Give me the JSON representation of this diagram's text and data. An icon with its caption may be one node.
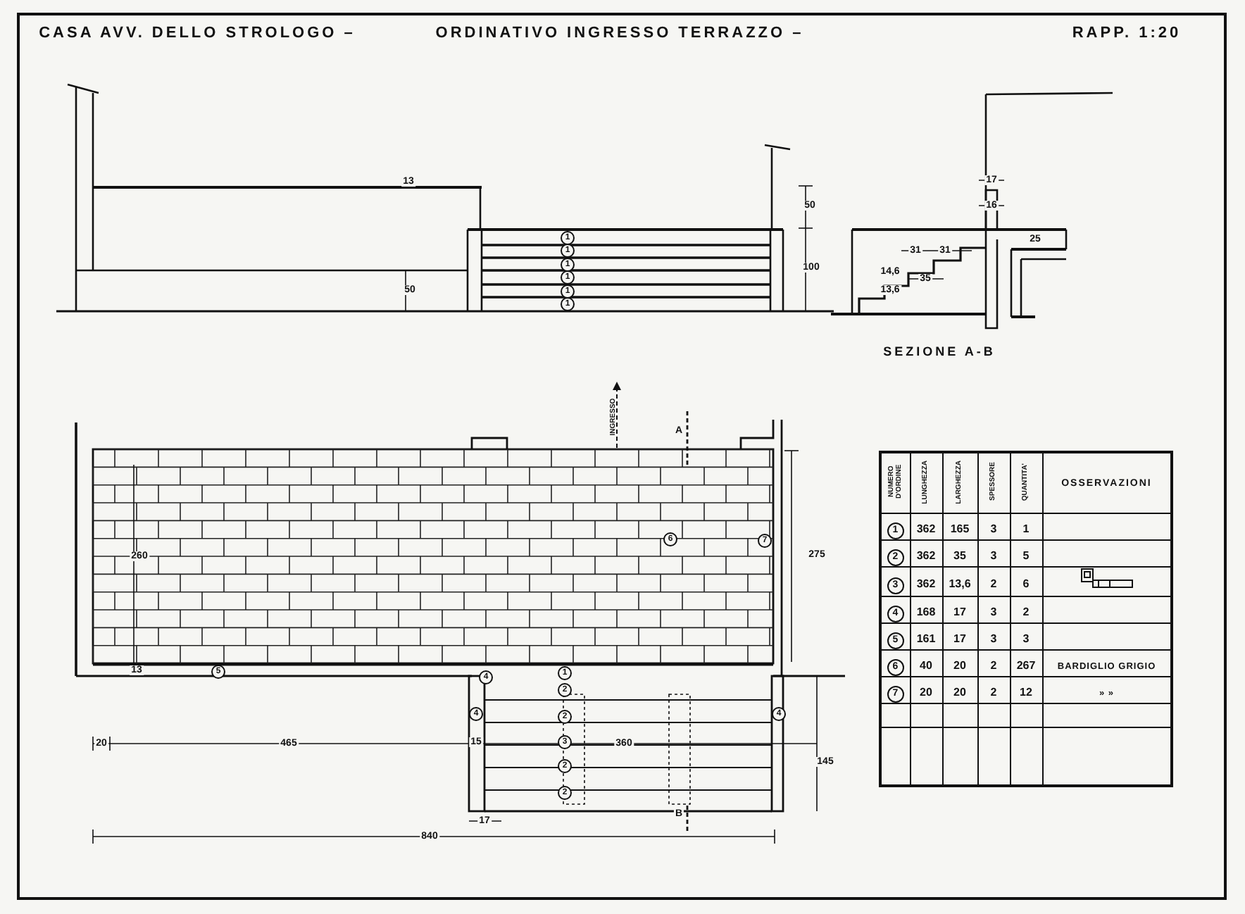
{
  "diagram": {
    "labels": [
      "CASA AVV. DELLO STROLOGO –",
      "ORDINATIVO INGRESSO TERRAZZO –",
      "RAPP. 1:20",
      "13",
      "50",
      "100",
      "50",
      "1",
      "1",
      "1",
      "1",
      "1",
      "1",
      "17",
      "16",
      "25",
      "31",
      "31",
      "14,6",
      "35",
      "13,6",
      "SEZIONE A-B",
      "INGRESSO",
      "A",
      "260",
      "6",
      "7",
      "275",
      "13",
      "5",
      "4",
      "1",
      "2",
      "4",
      "4",
      "2",
      "20",
      "465",
      "15",
      "3",
      "360",
      "145",
      "2",
      "2",
      "17",
      "B",
      "840",
      "NUMERO D'ORDINE",
      "LUNGHEZZA",
      "LARGHEZZA",
      "SPESSORE",
      "QUANTITA'",
      "OSSERVAZIONI",
      "1",
      "362",
      "165",
      "3",
      "1",
      "2",
      "362",
      "35",
      "3",
      "5",
      "3",
      "362",
      "13,6",
      "2",
      "6",
      "4",
      "168",
      "17",
      "3",
      "2",
      "5",
      "161",
      "17",
      "3",
      "3",
      "6",
      "40",
      "20",
      "2",
      "267",
      "BARDIGLIO GRIGIO",
      "7",
      "20",
      "20",
      "2",
      "12",
      "» »"
    ]
  }
}
